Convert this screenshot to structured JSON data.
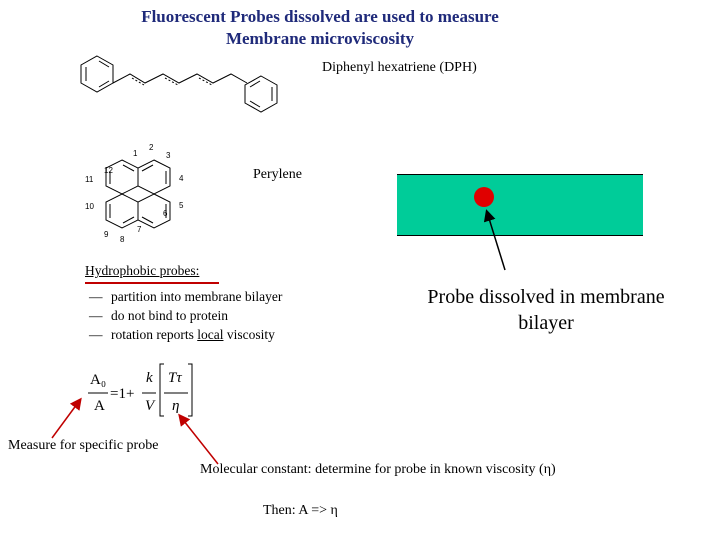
{
  "title": {
    "line1": "Fluorescent Probes dissolved are used to measure",
    "line2": "Membrane microviscosity"
  },
  "dph_label": "Diphenyl hexatriene (DPH)",
  "perylene_label": "Perylene",
  "perylene_numbers": [
    "1",
    "2",
    "3",
    "4",
    "5",
    "6",
    "7",
    "8",
    "9",
    "10",
    "11",
    "12"
  ],
  "hydrophobic": {
    "title": "Hydrophobic probes:",
    "dash": "—",
    "items": [
      "partition into membrane bilayer",
      "do not bind to protein"
    ],
    "item3_pre": "rotation reports ",
    "item3_underlined": "local",
    "item3_post": " viscosity"
  },
  "probe_text": {
    "line1": "Probe dissolved in membrane",
    "line2": "bilayer"
  },
  "equation": {
    "a0": "A₀",
    "a": "A",
    "eq": "=1+",
    "k": "k",
    "v": "V",
    "t": "Tτ",
    "eta": "η"
  },
  "measure_label": "Measure for specific probe",
  "molecular_label": "Molecular constant: determine for probe in known viscosity (η)",
  "then_label": "Then: A => η",
  "colors": {
    "title": "#1f2a7a",
    "membrane": "#00cc99",
    "probe_dot": "#e00000",
    "arrow_red": "#c00000"
  }
}
